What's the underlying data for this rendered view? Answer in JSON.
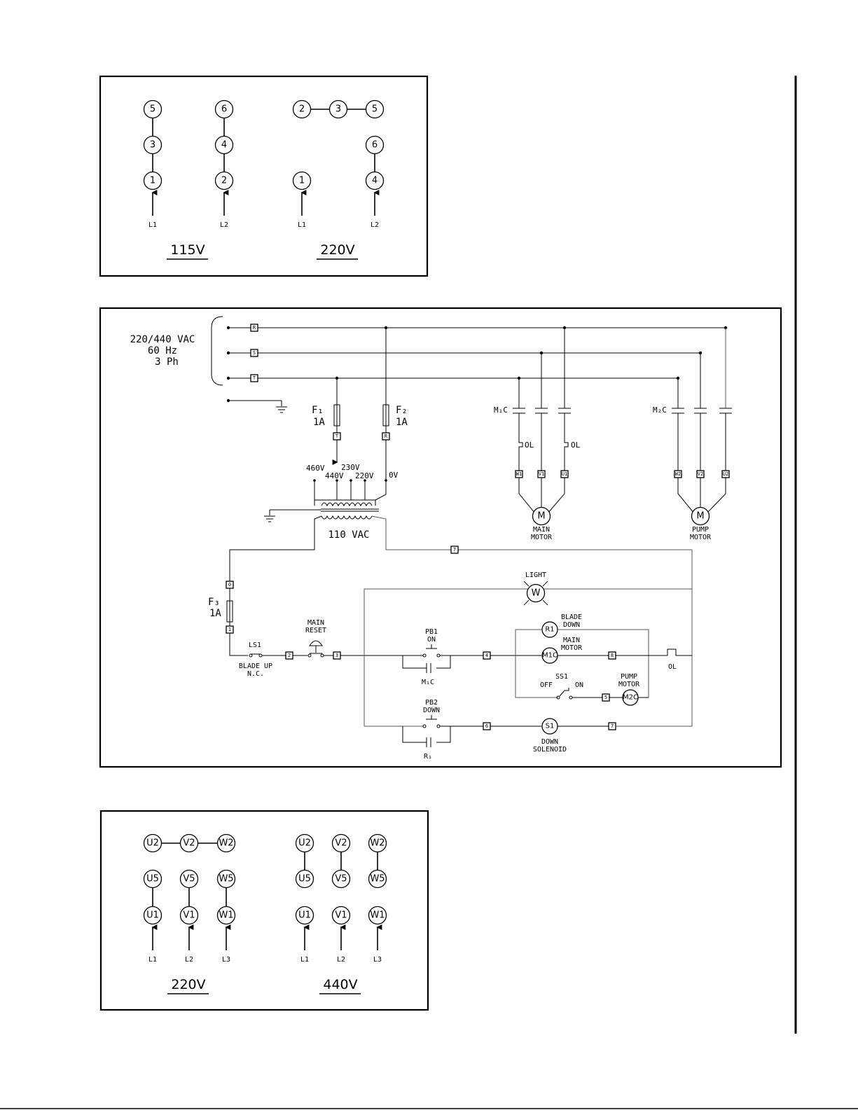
{
  "diagram_115_220": {
    "t5a": "5",
    "t3": "3",
    "t1a": "1",
    "t6a": "6",
    "t4a": "4",
    "t2a": "2",
    "t2b": "2",
    "t3b": "3",
    "t5b": "5",
    "t6b": "6",
    "t4b": "4",
    "t1b": "1",
    "l1a": "L1",
    "l2a": "L2",
    "l1b": "L1",
    "l2b": "L2",
    "title_115": "115V",
    "title_220": "220V"
  },
  "schematic": {
    "supply_line1": "220/440 VAC",
    "supply_line2": "60 Hz",
    "supply_line3": "3 Ph",
    "term_r": "R",
    "term_s": "S",
    "term_t": "T",
    "f1_name": "F₁",
    "f1_rating": "1A",
    "f2_name": "F₂",
    "f2_rating": "1A",
    "f1_term": "T",
    "f2_term": "R",
    "tap_460": "460V",
    "tap_440": "440V",
    "tap_230": "230V",
    "tap_220": "220V",
    "tap_0": "0V",
    "secondary": "110 VAC",
    "m1c": "M₁C",
    "m2c": "M₂C",
    "ol_a": "OL",
    "ol_b": "OL",
    "w1": "W1",
    "v1": "V1",
    "u1": "U1",
    "w2": "W2",
    "v2": "V2",
    "u2": "U2",
    "motor_m": "M",
    "motor_m2": "M",
    "main_motor_1": "MAIN",
    "main_motor_2": "MOTOR",
    "pump_motor_1": "PUMP",
    "pump_motor_2": "MOTOR",
    "node7_top": "7",
    "node_0": "0",
    "node_1": "1",
    "f3_name": "F₃",
    "f3_rating": "1A",
    "ls1": "LS1",
    "ls1_desc1": "BLADE UP",
    "ls1_desc2": "N.C.",
    "node2": "2",
    "node3": "3",
    "main_reset1": "MAIN",
    "main_reset2": "RESET",
    "light": "LIGHT",
    "light_w": "W",
    "r1_coil": "R1",
    "blade_down1": "BLADE",
    "blade_down2": "DOWN",
    "pb1": "PB1",
    "pb1_on": "ON",
    "m1c_contact": "M₁C",
    "node4": "4",
    "m1c_coil": "M1C",
    "main_motor_c1": "MAIN",
    "main_motor_c2": "MOTOR",
    "node8": "8",
    "ol_c": "OL",
    "ss1": "SS1",
    "off": "OFF",
    "on": "ON",
    "node5": "5",
    "pump_c1": "PUMP",
    "pump_c2": "MOTOR",
    "m2c_coil": "M2C",
    "pb2": "PB2",
    "pb2_down": "DOWN",
    "r1_contact": "R₁",
    "node6": "6",
    "s1": "S1",
    "down1": "DOWN",
    "down2": "SOLENOID",
    "node7_bottom": "7"
  },
  "diagram_220_440": {
    "a_u2": "U2",
    "a_v2": "V2",
    "a_w2": "W2",
    "a_u5": "U5",
    "a_v5": "V5",
    "a_w5": "W5",
    "a_u1": "U1",
    "a_v1": "V1",
    "a_w1": "W1",
    "a_l1": "L1",
    "a_l2": "L2",
    "a_l3": "L3",
    "b_u2": "U2",
    "b_v2": "V2",
    "b_w2": "W2",
    "b_u5": "U5",
    "b_v5": "V5",
    "b_w5": "W5",
    "b_u1": "U1",
    "b_v1": "V1",
    "b_w1": "W1",
    "b_l1": "L1",
    "b_l2": "L2",
    "b_l3": "L3",
    "title_220": "220V",
    "title_440": "440V"
  }
}
